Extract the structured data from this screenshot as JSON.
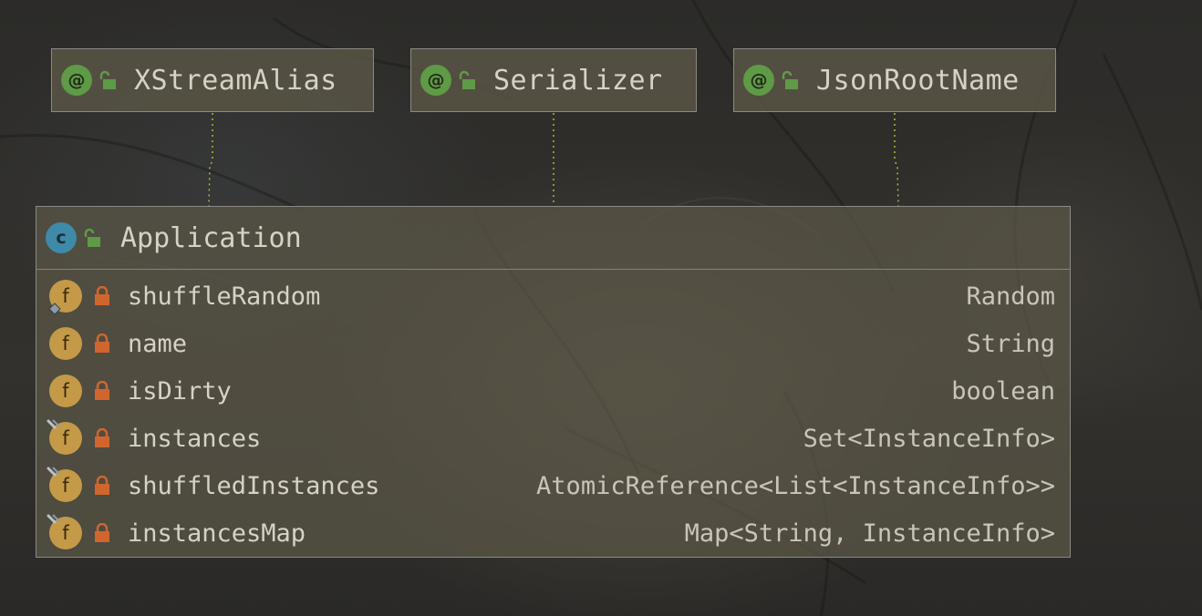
{
  "annotations": [
    {
      "name": "XStreamAlias",
      "icon": "annotation-icon",
      "icon_glyph": "@"
    },
    {
      "name": "Serializer",
      "icon": "annotation-icon",
      "icon_glyph": "@"
    },
    {
      "name": "JsonRootName",
      "icon": "annotation-icon",
      "icon_glyph": "@"
    }
  ],
  "class": {
    "name": "Application",
    "icon": "class-icon",
    "icon_glyph": "c",
    "fields": [
      {
        "name": "shuffleRandom",
        "type": "Random",
        "icon_glyph": "f",
        "modifier": "transient"
      },
      {
        "name": "name",
        "type": "String",
        "icon_glyph": "f",
        "modifier": "none"
      },
      {
        "name": "isDirty",
        "type": "boolean",
        "icon_glyph": "f",
        "modifier": "none"
      },
      {
        "name": "instances",
        "type": "Set<InstanceInfo>",
        "icon_glyph": "f",
        "modifier": "final"
      },
      {
        "name": "shuffledInstances",
        "type": "AtomicReference<List<InstanceInfo>>",
        "icon_glyph": "f",
        "modifier": "final"
      },
      {
        "name": "instancesMap",
        "type": "Map<String, InstanceInfo>",
        "icon_glyph": "f",
        "modifier": "final"
      }
    ]
  },
  "colors": {
    "annotation_icon": "#5f9a46",
    "class_icon": "#3e8aa8",
    "field_icon": "#c49a48",
    "private_lock": "#d0662e",
    "public_unlock": "#5f9a46",
    "connector": "#b5b23a"
  }
}
